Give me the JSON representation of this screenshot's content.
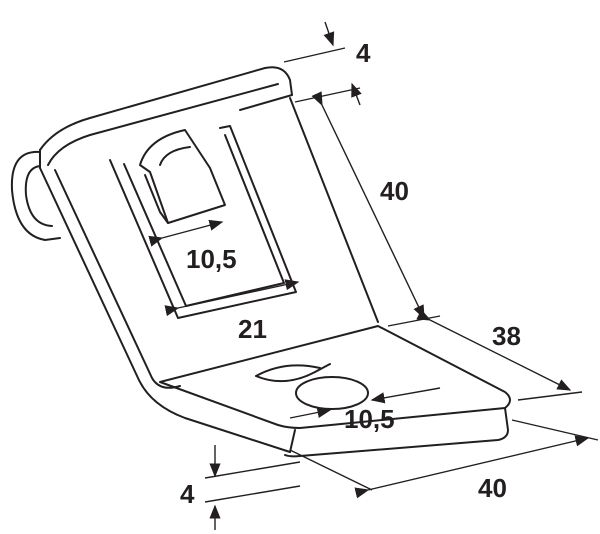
{
  "drawing": {
    "dimensions": {
      "top_thickness": "4",
      "vertical_height": "40",
      "inner_slot_width": "10,5",
      "slot_width": "21",
      "base_depth": "38",
      "hole_diameter": "10,5",
      "base_thickness": "4",
      "base_width": "40"
    },
    "colors": {
      "line": "#231f20",
      "background": "#ffffff"
    }
  }
}
